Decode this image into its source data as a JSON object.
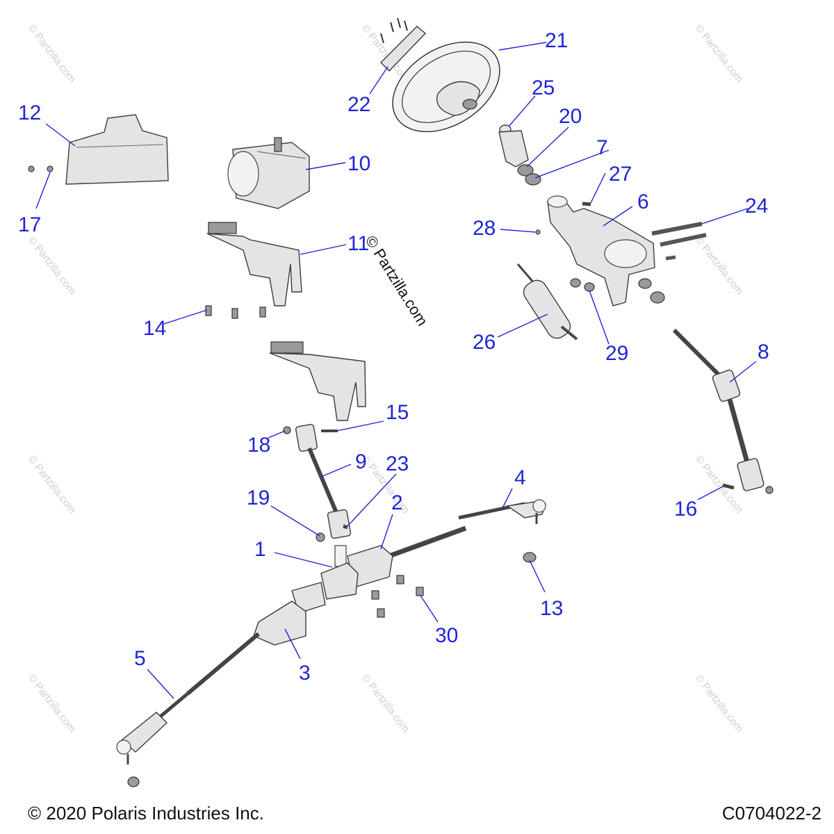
{
  "watermark": {
    "main_text": "© Partzilla.com",
    "tile_text": "© Partzilla.com"
  },
  "footer": {
    "copyright": "© 2020 Polaris Industries Inc.",
    "diagram_id": "C0704022-2"
  },
  "colors": {
    "callout": "#1f24d6",
    "part_stroke": "#3a3a3a",
    "watermark": "#cfcfcf"
  },
  "callouts": [
    "1",
    "2",
    "3",
    "4",
    "5",
    "6",
    "7",
    "8",
    "9",
    "10",
    "11",
    "12",
    "13",
    "14",
    "15",
    "16",
    "17",
    "18",
    "19",
    "20",
    "21",
    "22",
    "23",
    "24",
    "25",
    "26",
    "27",
    "28",
    "29",
    "30"
  ]
}
